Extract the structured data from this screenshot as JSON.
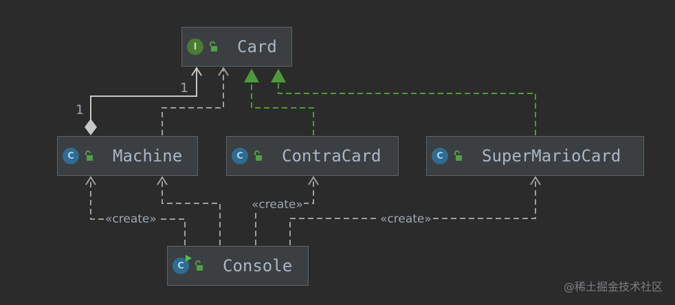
{
  "nodes": {
    "card": {
      "label": "Card",
      "kind": "interface",
      "badge_letter": "I"
    },
    "machine": {
      "label": "Machine",
      "kind": "class",
      "badge_letter": "C"
    },
    "contra_card": {
      "label": "ContraCard",
      "kind": "class",
      "badge_letter": "C"
    },
    "super_mario_card": {
      "label": "SuperMarioCard",
      "kind": "class",
      "badge_letter": "C"
    },
    "console": {
      "label": "Console",
      "kind": "runnable-class",
      "badge_letter": "C"
    }
  },
  "edges": {
    "create_label": "«create»",
    "multiplicity_card": "1",
    "multiplicity_machine": "1"
  },
  "colors": {
    "background": "#2b2b2b",
    "node_fill": "#3c3f41",
    "dependency_line": "#a0a0a0",
    "realization_line": "#4e9a3a",
    "association_line": "#c8c8c8"
  },
  "watermark": "@稀土掘金技术社区"
}
